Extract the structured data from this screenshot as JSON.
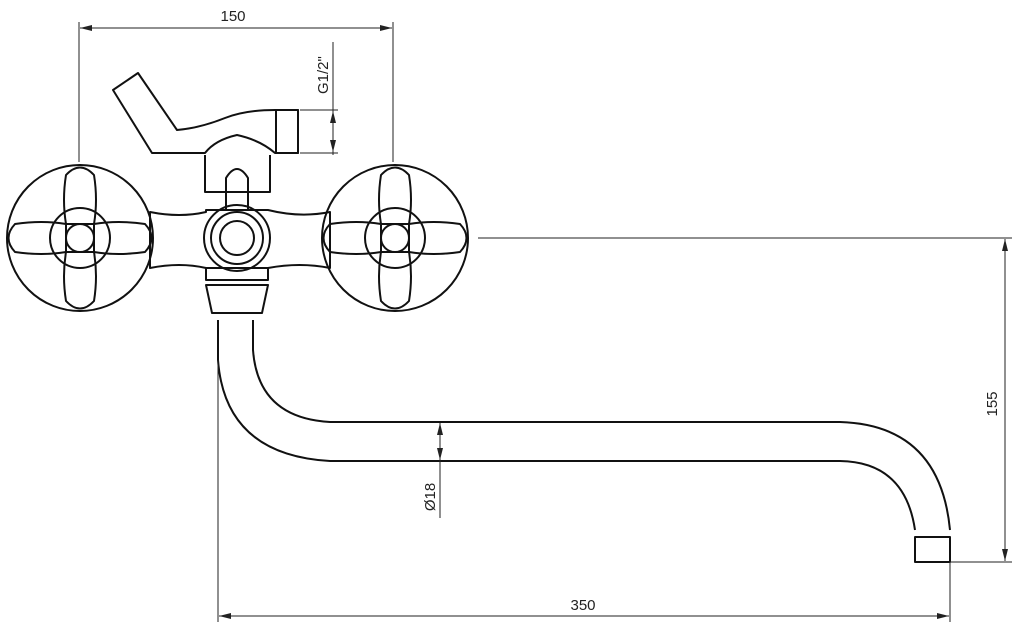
{
  "drawing": {
    "dimensions": {
      "overall_width": "150",
      "thread": "G1/2\"",
      "height": "155",
      "spout_diameter": "Ø18",
      "spout_length": "350"
    }
  }
}
